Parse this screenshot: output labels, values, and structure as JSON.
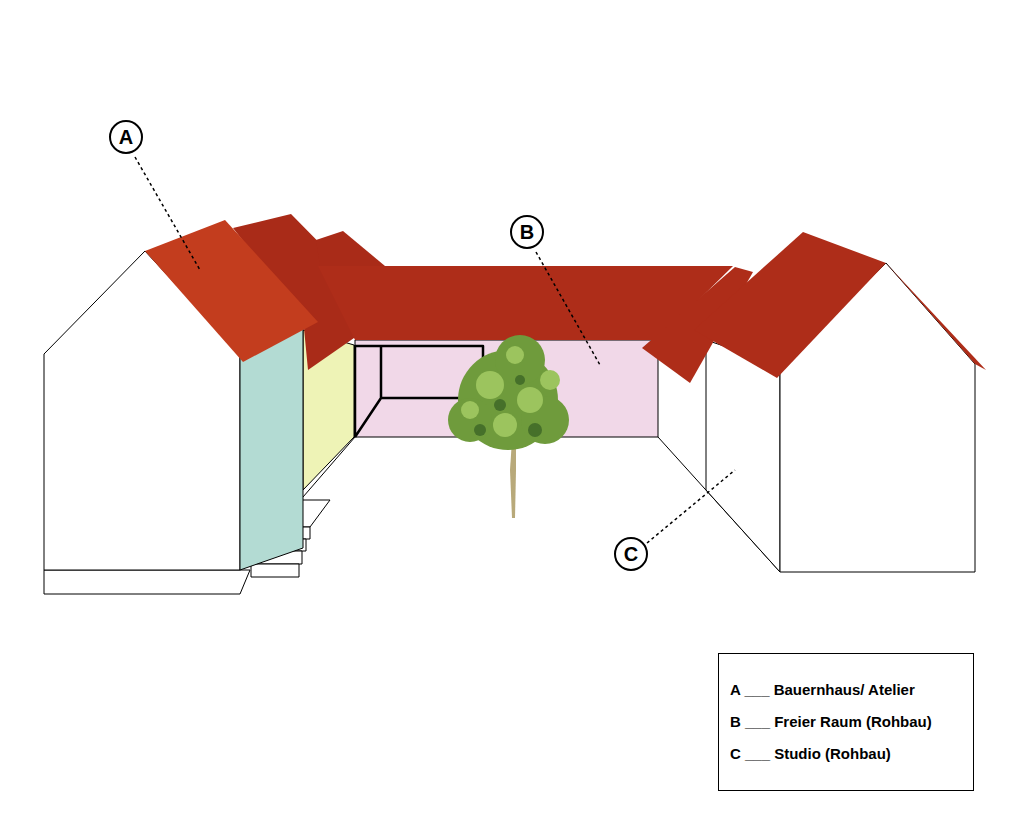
{
  "diagram": {
    "nodes": [
      {
        "text": [
          "A"
        ]
      },
      {
        "text": [
          "B"
        ]
      },
      {
        "text": [
          "C"
        ]
      }
    ],
    "legend": [
      {
        "text": "A ___ Bauernhaus/ Atelier"
      },
      {
        "text": "B ___ Freier Raum (Rohbau)"
      },
      {
        "text": "C ___ Studio (Rohbau)"
      }
    ]
  }
}
